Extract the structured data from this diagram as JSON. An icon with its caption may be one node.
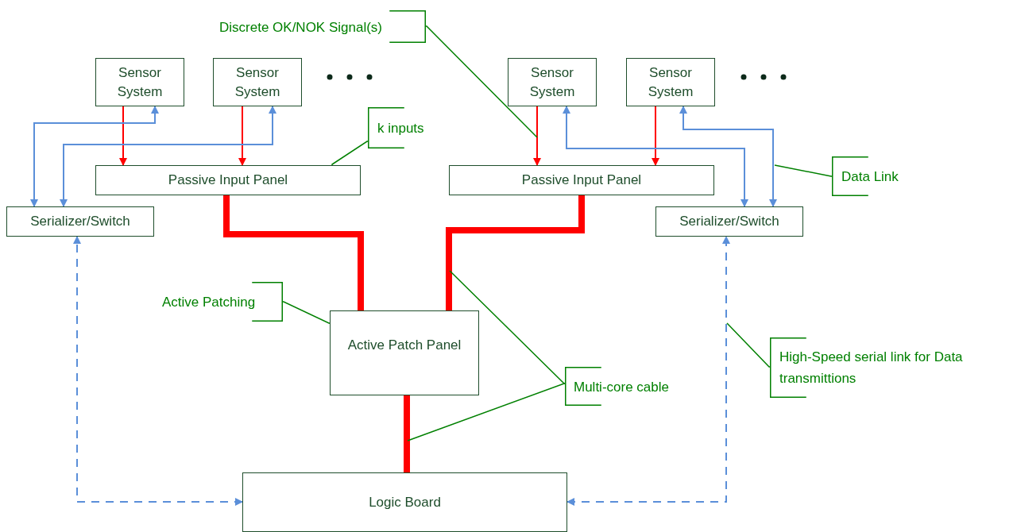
{
  "diagram": {
    "nodes": [
      {
        "text": [
          "Sensor System"
        ]
      },
      {
        "text": [
          "Sensor System"
        ]
      },
      {
        "text": [
          "Sensor System"
        ]
      },
      {
        "text": [
          "Sensor System"
        ]
      },
      {
        "text": [
          "Passive Input Panel"
        ]
      },
      {
        "text": [
          "Passive Input Panel"
        ]
      },
      {
        "text": [
          "Serializer/Switch"
        ]
      },
      {
        "text": [
          "Serializer/Switch"
        ]
      },
      {
        "text": [
          "Active Patch Panel"
        ]
      },
      {
        "text": [
          "Logic Board"
        ]
      },
      {
        "text": [
          "Discrete OK/NOK Signal(s)"
        ]
      },
      {
        "text": [
          "k inputs"
        ]
      },
      {
        "text": [
          "Data Link"
        ]
      },
      {
        "text": [
          "Active Patching"
        ]
      },
      {
        "text": [
          "Multi-core cable"
        ]
      },
      {
        "text": [
          "High-Speed serial link for Data transmittions"
        ]
      }
    ],
    "edges": [
      {
        "from": 0,
        "to": 4,
        "arrow": "to",
        "color": "#ff0000"
      },
      {
        "from": 1,
        "to": 4,
        "arrow": "to",
        "color": "#ff0000"
      },
      {
        "from": 2,
        "to": 5,
        "arrow": "to",
        "color": "#ff0000"
      },
      {
        "from": 3,
        "to": 5,
        "arrow": "to",
        "color": "#ff0000"
      },
      {
        "from": 6,
        "to": 0,
        "arrow": "both",
        "color": "#5b8fd9"
      },
      {
        "from": 6,
        "to": 1,
        "arrow": "both",
        "color": "#5b8fd9"
      },
      {
        "from": 7,
        "to": 2,
        "arrow": "both",
        "color": "#5b8fd9"
      },
      {
        "from": 7,
        "to": 3,
        "arrow": "both",
        "color": "#5b8fd9"
      },
      {
        "from": 4,
        "to": 8,
        "arrow": "none",
        "style": "thick",
        "color": "#ff0000"
      },
      {
        "from": 5,
        "to": 8,
        "arrow": "none",
        "style": "thick",
        "color": "#ff0000"
      },
      {
        "from": 8,
        "to": 9,
        "arrow": "none",
        "style": "thick",
        "color": "#ff0000"
      },
      {
        "from": 9,
        "to": 6,
        "arrow": "both",
        "style": "dashed",
        "color": "#5b8fd9"
      },
      {
        "from": 9,
        "to": 7,
        "arrow": "both",
        "style": "dashed",
        "color": "#5b8fd9"
      },
      {
        "from": 10,
        "to": null,
        "arrow": "none",
        "color": "#008000"
      },
      {
        "from": 11,
        "to": 4,
        "arrow": "none",
        "color": "#008000"
      },
      {
        "from": 12,
        "to": null,
        "arrow": "none",
        "color": "#008000"
      },
      {
        "from": 13,
        "to": 8,
        "arrow": "none",
        "color": "#008000"
      },
      {
        "from": 14,
        "to": null,
        "arrow": "none",
        "color": "#008000"
      },
      {
        "from": 14,
        "to": null,
        "arrow": "none",
        "color": "#008000"
      },
      {
        "from": 15,
        "to": null,
        "arrow": "none",
        "color": "#008000"
      }
    ]
  }
}
